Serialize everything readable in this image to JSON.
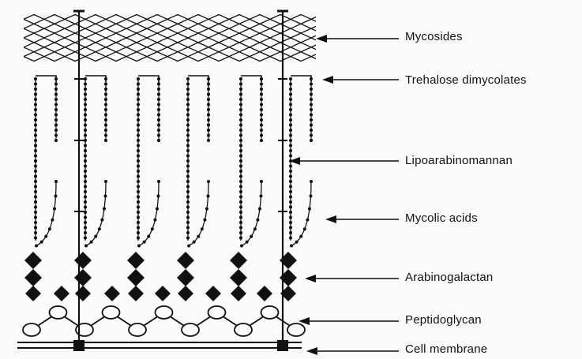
{
  "labels": {
    "mycosides": "Mycosides",
    "trehalose": "Trehalose dimycolates",
    "lipoarabinomannan": "Lipoarabinomannan",
    "mycolic": "Mycolic acids",
    "arabinogalactan": "Arabinogalactan",
    "peptidoglycan": "Peptidoglycan",
    "membrane": "Cell membrane"
  },
  "colors": {
    "ink": "#111111",
    "background": "#fbfbfa"
  }
}
